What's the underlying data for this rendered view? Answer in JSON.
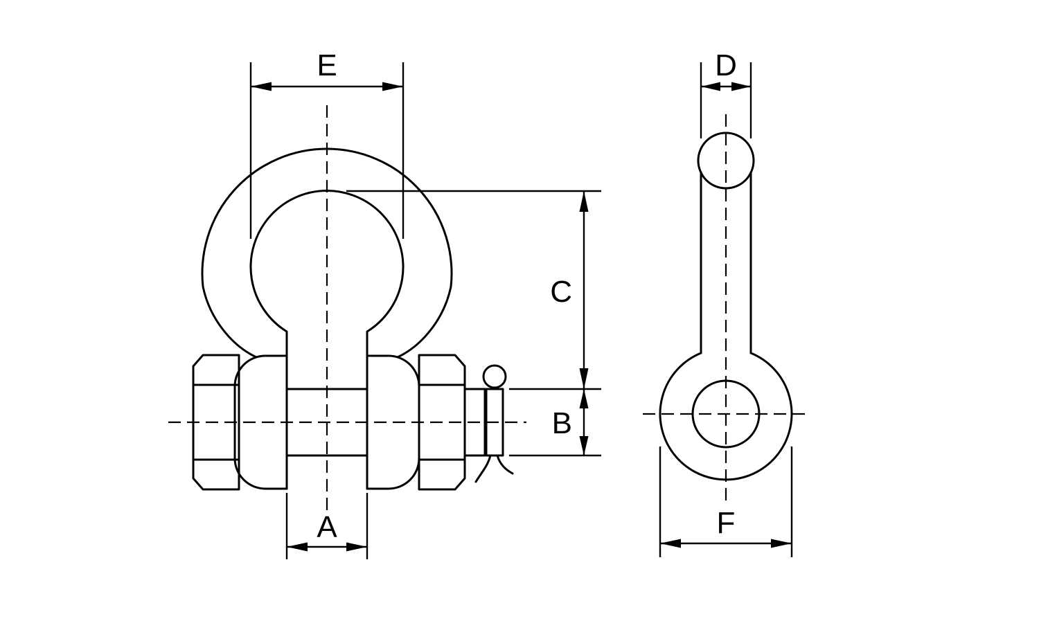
{
  "diagram": {
    "type": "technical-drawing",
    "subject": "bow-shackle-with-safety-bolt-pin",
    "views": {
      "front": "front-view",
      "side": "side-view"
    },
    "labels": {
      "a": "A",
      "b": "B",
      "c": "C",
      "d": "D",
      "e": "E",
      "f": "F"
    },
    "colors": {
      "line": "#000000",
      "background": "#ffffff"
    }
  }
}
